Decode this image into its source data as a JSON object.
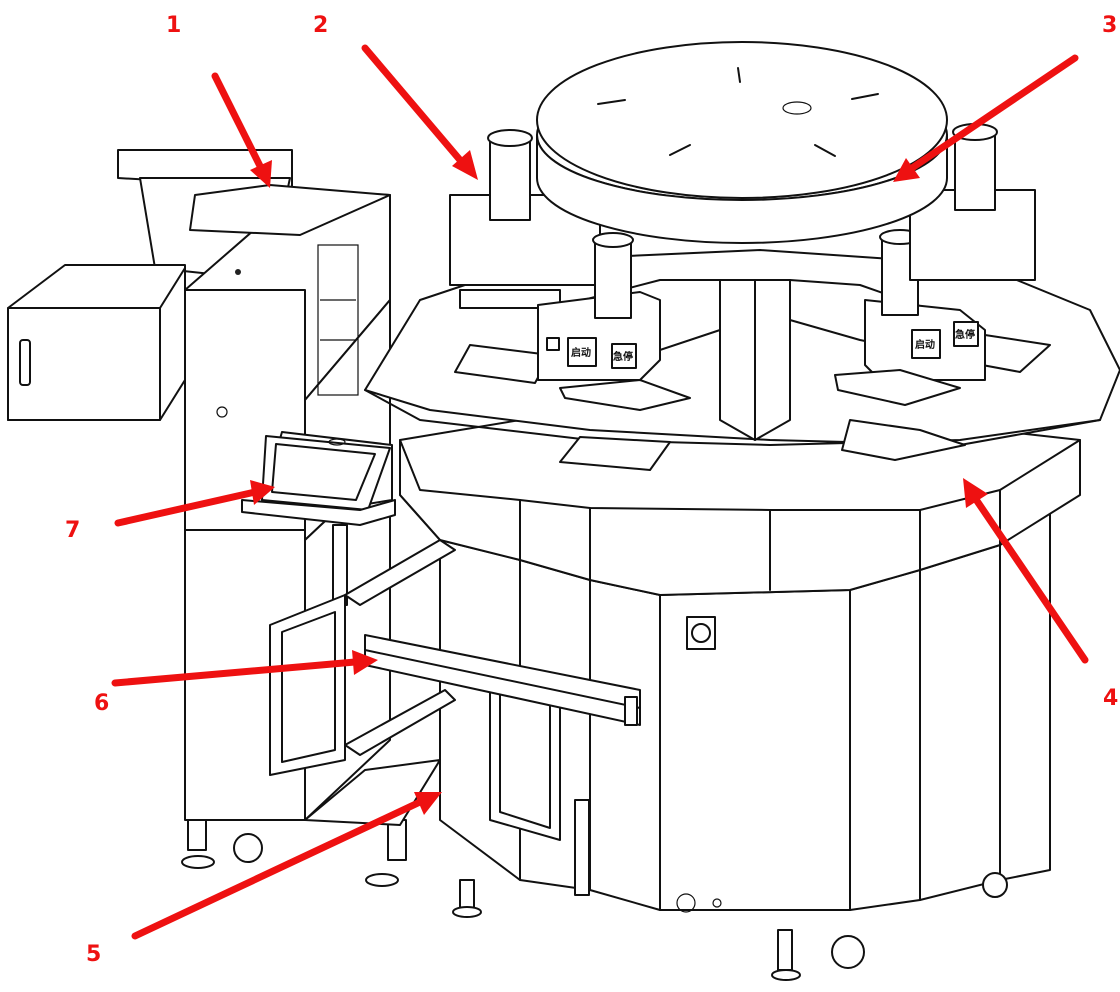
{
  "callouts": [
    {
      "id": "1",
      "label": "1"
    },
    {
      "id": "2",
      "label": "2"
    },
    {
      "id": "3",
      "label": "3"
    },
    {
      "id": "4",
      "label": "4"
    },
    {
      "id": "5",
      "label": "5"
    },
    {
      "id": "6",
      "label": "6"
    },
    {
      "id": "7",
      "label": "7"
    }
  ],
  "button_labels": {
    "a": "启动",
    "b": "急停"
  },
  "colors": {
    "callout": "#ee1111",
    "line": "#111111",
    "background": "#ffffff"
  }
}
